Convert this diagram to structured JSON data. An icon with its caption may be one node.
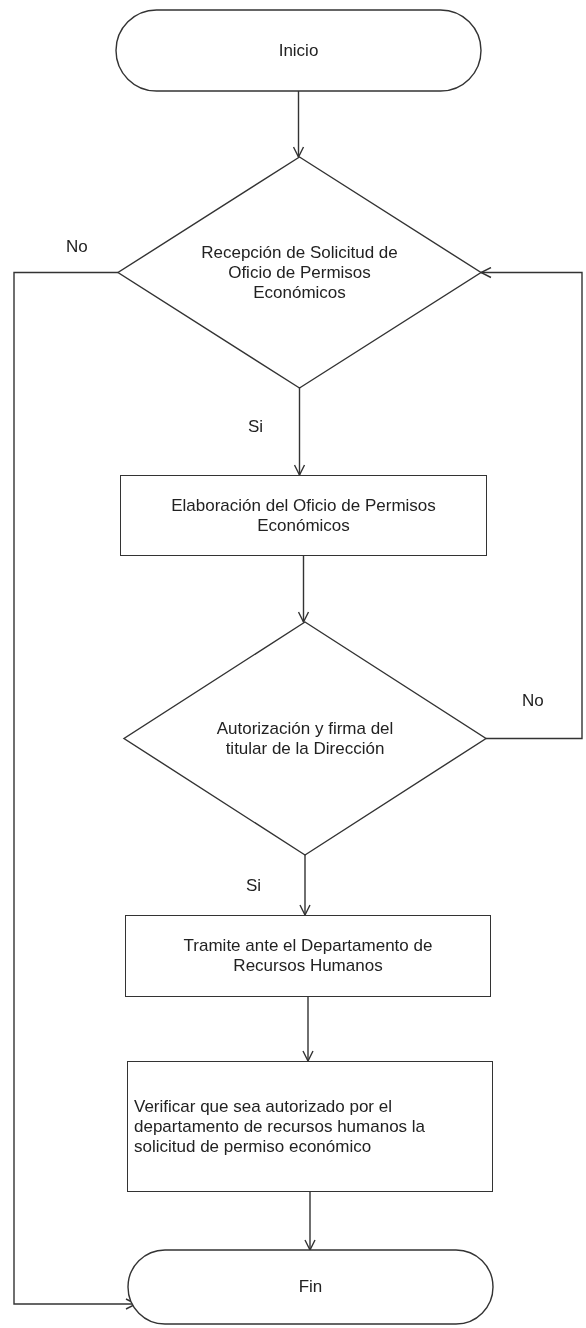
{
  "diagram": {
    "nodes": [
      {
        "text": [
          "Inicio"
        ]
      },
      {
        "text": [
          "Recepción de Solicitud de Oficio de Permisos Económicos"
        ]
      },
      {
        "text": [
          "Elaboración del Oficio de Permisos Económicos"
        ]
      },
      {
        "text": [
          "Autorización y firma del titular de la Dirección"
        ]
      },
      {
        "text": [
          "Tramite ante el Departamento de Recursos Humanos"
        ]
      },
      {
        "text": [
          "Verificar que sea autorizado por el departamento de recursos humanos la solicitud de permiso económico"
        ]
      },
      {
        "text": [
          "Fin"
        ]
      }
    ],
    "edges": [
      {
        "from": 0,
        "to": 1,
        "arrow": "to"
      },
      {
        "from": 1,
        "to": 2,
        "arrow": "to",
        "label": "Si"
      },
      {
        "from": 1,
        "to": 6,
        "arrow": "to",
        "label": "No"
      },
      {
        "from": 2,
        "to": 3,
        "arrow": "to"
      },
      {
        "from": 3,
        "to": 4,
        "arrow": "to",
        "label": "Si"
      },
      {
        "from": 3,
        "to": 1,
        "arrow": "to",
        "label": "No"
      },
      {
        "from": 4,
        "to": 5,
        "arrow": "to"
      },
      {
        "from": 5,
        "to": 6,
        "arrow": "to"
      }
    ]
  }
}
